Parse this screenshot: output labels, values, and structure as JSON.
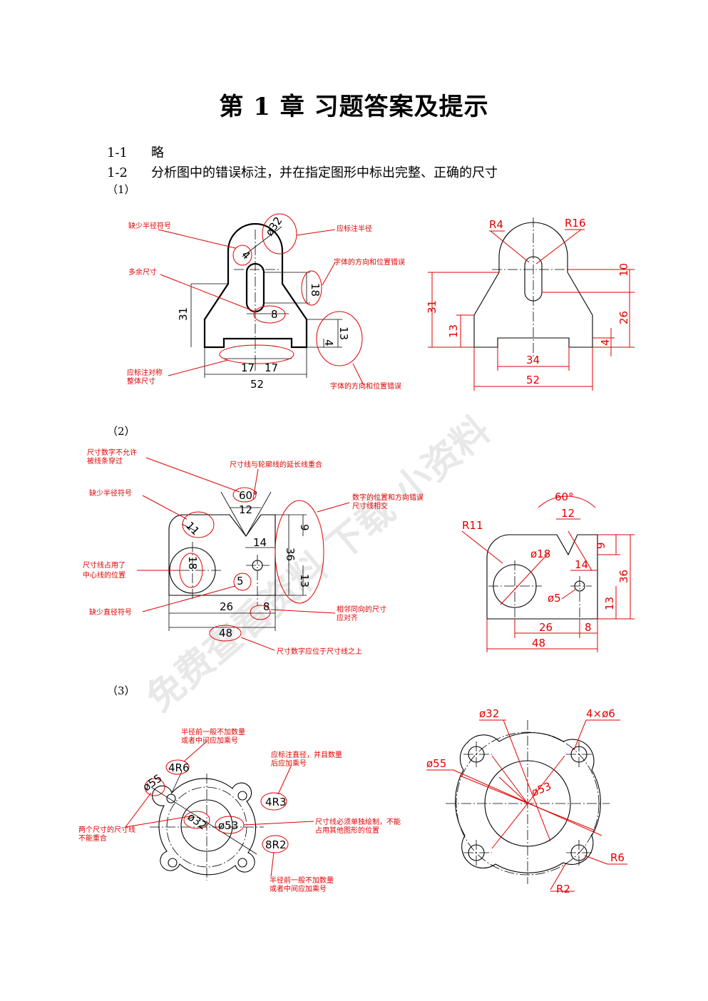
{
  "title": "第 1 章  习题答案及提示",
  "items": [
    {
      "num": "1-1",
      "text": "略"
    },
    {
      "num": "1-2",
      "text": "分析图中的错误标注，并在指定图形中标出完整、正确的尺寸"
    }
  ],
  "subs": [
    "（1）",
    "（2）",
    "（3）"
  ],
  "watermark": "免费查看资料 下载 小资料",
  "fig1": {
    "notes": [
      "缺少半径符号",
      "应标注半径",
      "多余尺寸",
      "字体的方向和位置错误",
      "应标注对称",
      "整体尺寸",
      "字体的方向和位置错误"
    ],
    "wrong_dims": [
      "4",
      "ø32",
      "18",
      "31",
      "8",
      "13",
      "4",
      "17",
      "17",
      "52"
    ],
    "correct_dims": [
      "R4",
      "R16",
      "10",
      "26",
      "31",
      "13",
      "4",
      "34",
      "52"
    ]
  },
  "fig2": {
    "notes": [
      "尺寸数字不允许",
      "被线条穿过",
      "尺寸线与轮廓线的延长线重合",
      "缺少半径符号",
      "数字的位置和方向错误",
      "尺寸线相交",
      "尺寸线占用了",
      "中心线的位置",
      "缺少直径符号",
      "相邻同向的尺寸",
      "应对齐",
      "尺寸数字应位于尺寸线之上"
    ],
    "wrong_dims": [
      "60°",
      "12",
      "11",
      "9",
      "14",
      "36",
      "18",
      "5",
      "13",
      "26",
      "8",
      "48"
    ],
    "correct_dims": [
      "60°",
      "12",
      "R11",
      "ø18",
      "9",
      "14",
      "36",
      "ø5",
      "13",
      "26",
      "8",
      "48"
    ]
  },
  "fig3": {
    "notes": [
      "半径前一般不加数量",
      "或者中间应加乘号",
      "应标注直径，并且数量",
      "后应加乘号",
      "两个尺寸的尺寸线",
      "不能重合",
      "尺寸线必须单独绘制，不能",
      "占用其他图形的位置",
      "半径前一般不加数量",
      "或者中间应加乘号"
    ],
    "wrong_dims": [
      "4R6",
      "ø55",
      "4R3",
      "ø32",
      "ø53",
      "8R2"
    ],
    "correct_dims": [
      "ø32",
      "4×ø6",
      "ø55",
      "ø53",
      "R6",
      "R2"
    ]
  }
}
